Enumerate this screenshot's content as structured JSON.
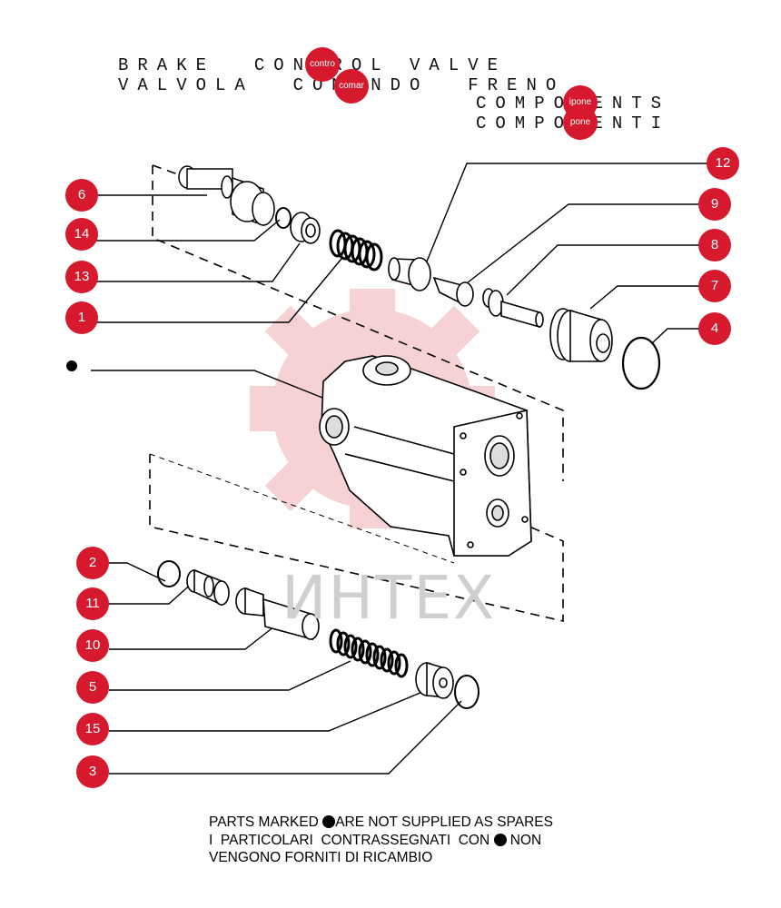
{
  "title": {
    "line1": "BRAKE  CONTROL VALVE",
    "line2": "VALVOLA  COMANDO  FRENO",
    "line3": "COMPONENTS",
    "line4": "COMPONENTI"
  },
  "highlights": [
    "contro",
    "comar",
    "ipone",
    "pone"
  ],
  "callouts": [
    "12",
    "9",
    "8",
    "7",
    "4",
    "6",
    "14",
    "13",
    "1",
    "2",
    "11",
    "10",
    "5",
    "15",
    "3"
  ],
  "callout_dot": "●",
  "watermark": "ИНТЕХ",
  "note": {
    "line1_a": "PARTS MARKED ",
    "line1_b": "ARE NOT SUPPLIED AS SPARES",
    "line2_a": "I  PARTICOLARI  CONTRASSEGNATI  CON ",
    "line2_b": " NON",
    "line3": "VENGONO FORNITI DI RICAMBIO"
  },
  "colors": {
    "accent": "#d7192e",
    "watermark_gear": "#f2b8bd",
    "line": "#000000"
  }
}
